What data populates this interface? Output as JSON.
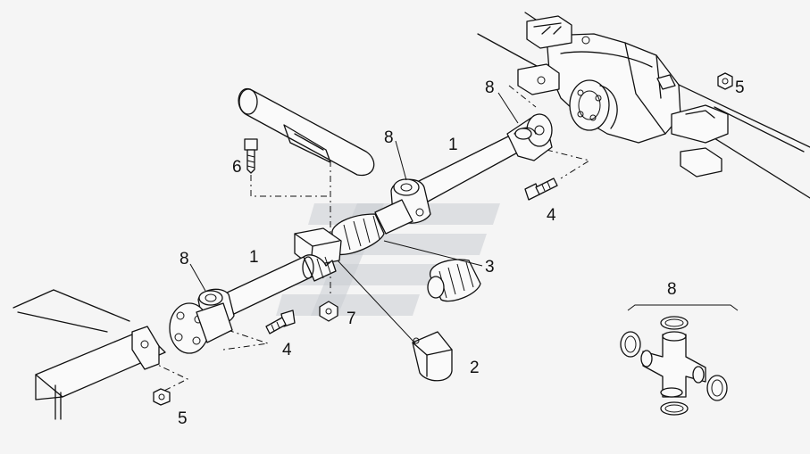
{
  "callouts": [
    {
      "id": "label-1-upper",
      "text": "1"
    },
    {
      "id": "label-1-lower",
      "text": "1"
    },
    {
      "id": "label-2",
      "text": "2"
    },
    {
      "id": "label-3",
      "text": "3"
    },
    {
      "id": "label-4-upper",
      "text": "4"
    },
    {
      "id": "label-4-lower",
      "text": "4"
    },
    {
      "id": "label-5-upper",
      "text": "5"
    },
    {
      "id": "label-5-lower",
      "text": "5"
    },
    {
      "id": "label-6",
      "text": "6"
    },
    {
      "id": "label-7",
      "text": "7"
    },
    {
      "id": "label-8-upper",
      "text": "8"
    },
    {
      "id": "label-8-mid",
      "text": "8"
    },
    {
      "id": "label-8-lower",
      "text": "8"
    },
    {
      "id": "label-8-detail",
      "text": "8"
    }
  ],
  "colors": {
    "line": "#111111",
    "background": "#f5f5f5",
    "watermark": "#c9ccd2"
  }
}
